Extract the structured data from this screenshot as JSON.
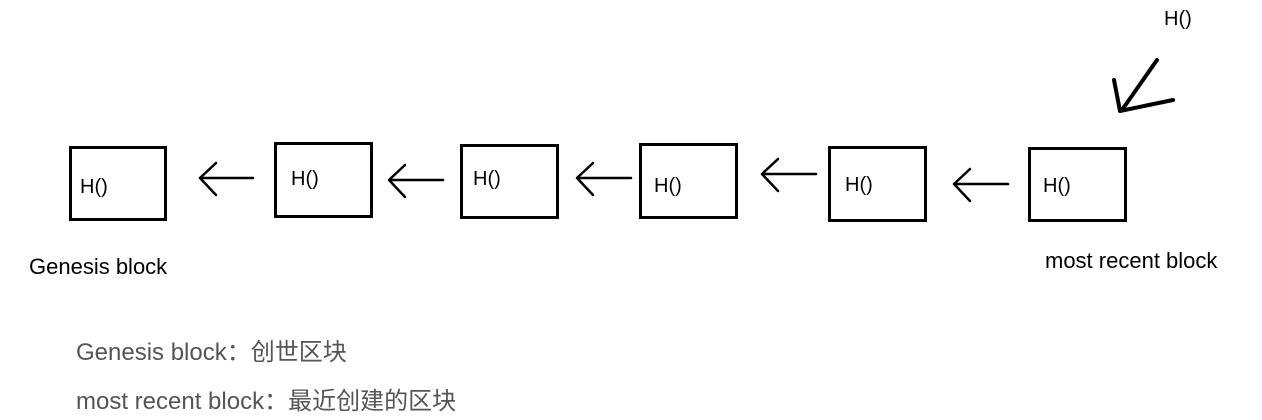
{
  "diagram": {
    "top_hash_label": "H()",
    "blocks": [
      {
        "label": "H()"
      },
      {
        "label": "H()"
      },
      {
        "label": "H()"
      },
      {
        "label": "H()"
      },
      {
        "label": "H()"
      },
      {
        "label": "H()"
      }
    ],
    "genesis_label": "Genesis block",
    "recent_label": "most recent block"
  },
  "notes": {
    "genesis_term": "Genesis block",
    "genesis_sep": "：",
    "genesis_def": "创世区块",
    "recent_term": "most recent block",
    "recent_sep": "：",
    "recent_def": "最近创建的区块"
  }
}
